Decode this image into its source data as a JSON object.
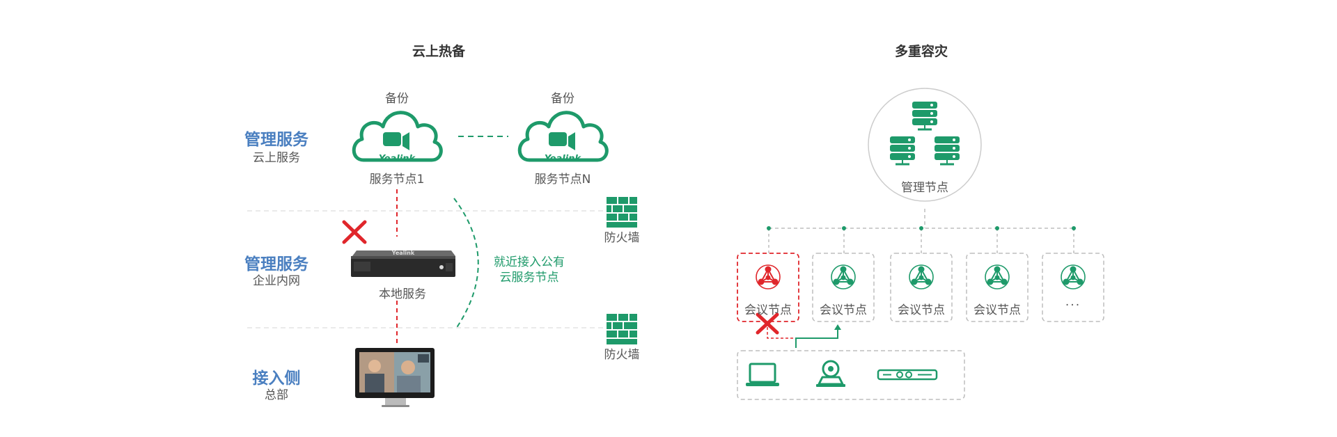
{
  "left": {
    "title": "云上热备",
    "tiers": [
      {
        "main": "管理服务",
        "sub": "云上服务"
      },
      {
        "main": "管理服务",
        "sub": "企业内网"
      },
      {
        "main": "接入侧",
        "sub": "总部"
      }
    ],
    "cloud_nodes": [
      {
        "top_label": "备份",
        "brand": "Yealink",
        "label": "服务节点1"
      },
      {
        "top_label": "备份",
        "brand": "Yealink",
        "label": "服务节点N"
      }
    ],
    "local_service": {
      "label": "本地服务",
      "device_brand": "Yealink"
    },
    "firewalls": [
      "防火墙",
      "防火墙"
    ],
    "nearest_note_lines": [
      "就近接入公有",
      "云服务节点"
    ]
  },
  "right": {
    "title": "多重容灾",
    "management_node_label": "管理节点",
    "meeting_nodes": [
      "会议节点",
      "会议节点",
      "会议节点",
      "会议节点",
      "···"
    ]
  },
  "colors": {
    "green": "#1e9a6a",
    "red": "#e0262b",
    "blue": "#4a7fc0",
    "gray_line": "#bdbdbd"
  }
}
